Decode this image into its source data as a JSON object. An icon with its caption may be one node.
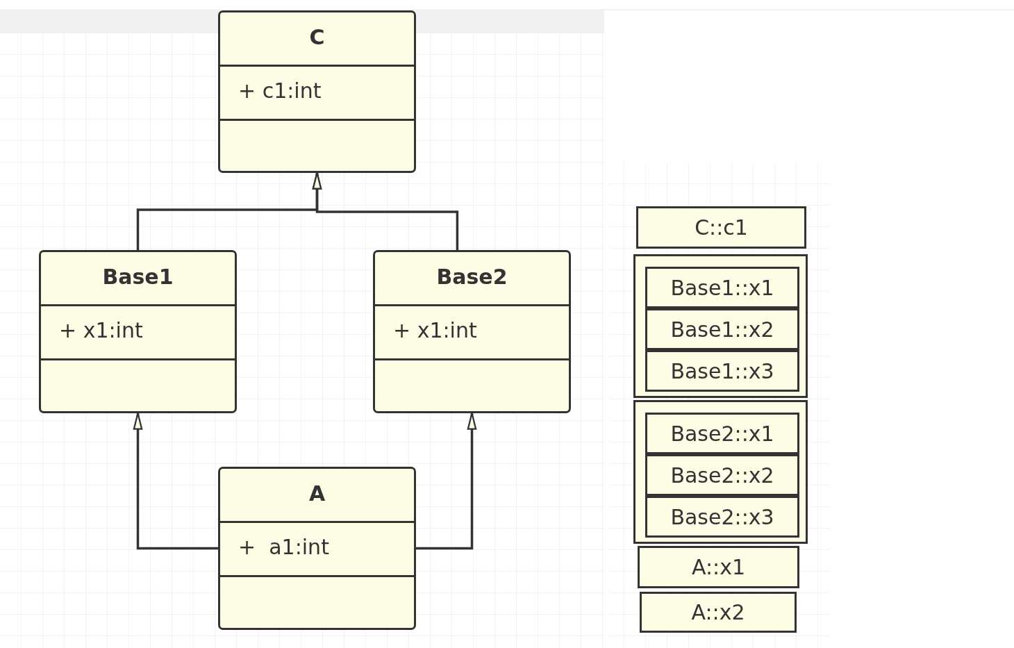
{
  "diagram": {
    "nodes": [
      {
        "text": [
          "C",
          "+ c1:int"
        ]
      },
      {
        "text": [
          "Base1",
          "+ x1:int"
        ]
      },
      {
        "text": [
          "Base2",
          "+ x1:int"
        ]
      },
      {
        "text": [
          "A",
          "+  a1:int"
        ]
      },
      {
        "text": [
          "C::c1"
        ]
      },
      {
        "text": [],
        "shape": "box"
      },
      {
        "text": [
          "Base1::x1"
        ],
        "in": 5
      },
      {
        "text": [
          "Base1::x2"
        ],
        "in": 5
      },
      {
        "text": [
          "Base1::x3"
        ],
        "in": 5
      },
      {
        "text": [],
        "shape": "box"
      },
      {
        "text": [
          "Base2::x1"
        ],
        "in": 9
      },
      {
        "text": [
          "Base2::x2"
        ],
        "in": 9
      },
      {
        "text": [
          "Base2::x3"
        ],
        "in": 9
      },
      {
        "text": [
          "A::x1"
        ]
      },
      {
        "text": [
          "A::x2"
        ]
      }
    ],
    "edges": [
      {
        "from": 1,
        "to": 0,
        "arrow": "to"
      },
      {
        "from": 2,
        "to": 0,
        "arrow": "to"
      },
      {
        "from": 3,
        "to": 1,
        "arrow": "to"
      },
      {
        "from": 3,
        "to": 2,
        "arrow": "to"
      }
    ]
  }
}
